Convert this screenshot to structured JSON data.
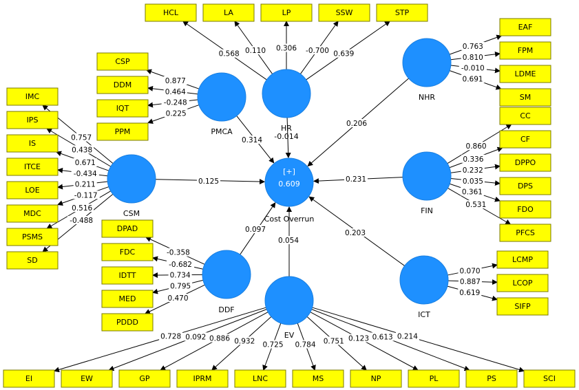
{
  "constructs": [
    {
      "id": "HR",
      "label": "HR",
      "sub": "-0.014"
    },
    {
      "id": "PMCA",
      "label": "PMCA",
      "sub": ""
    },
    {
      "id": "CSM",
      "label": "CSM",
      "sub": ""
    },
    {
      "id": "DDF",
      "label": "DDF",
      "sub": ""
    },
    {
      "id": "EV",
      "label": "EV",
      "sub": ""
    },
    {
      "id": "NHR",
      "label": "NHR",
      "sub": ""
    },
    {
      "id": "FIN",
      "label": "FIN",
      "sub": ""
    },
    {
      "id": "ICT",
      "label": "ICT",
      "sub": ""
    },
    {
      "id": "CO",
      "label": "Cost Overrun",
      "sub": "",
      "expand": "[+]",
      "r2": "0.609"
    }
  ],
  "indicators": [
    {
      "id": "HCL",
      "construct": "HR",
      "loading": "0.568"
    },
    {
      "id": "LA",
      "construct": "HR",
      "loading": "0.110"
    },
    {
      "id": "LP",
      "construct": "HR",
      "loading": "0.306"
    },
    {
      "id": "SSW",
      "construct": "HR",
      "loading": "-0.700"
    },
    {
      "id": "STP",
      "construct": "HR",
      "loading": "0.639"
    },
    {
      "id": "CSP",
      "construct": "PMCA",
      "loading": "0.877"
    },
    {
      "id": "DDM",
      "construct": "PMCA",
      "loading": "0.464"
    },
    {
      "id": "IQT",
      "construct": "PMCA",
      "loading": "-0.248"
    },
    {
      "id": "PPM",
      "construct": "PMCA",
      "loading": "0.225"
    },
    {
      "id": "IMC",
      "construct": "CSM",
      "loading": "0.757"
    },
    {
      "id": "IPS",
      "construct": "CSM",
      "loading": "0.438"
    },
    {
      "id": "IS",
      "construct": "CSM",
      "loading": "0.671"
    },
    {
      "id": "ITCE",
      "construct": "CSM",
      "loading": "-0.434"
    },
    {
      "id": "LOE",
      "construct": "CSM",
      "loading": "0.211"
    },
    {
      "id": "MDC",
      "construct": "CSM",
      "loading": "-0.117"
    },
    {
      "id": "PSMS",
      "construct": "CSM",
      "loading": "0.516"
    },
    {
      "id": "SD",
      "construct": "CSM",
      "loading": "-0.488"
    },
    {
      "id": "DPAD",
      "construct": "DDF",
      "loading": "-0.358"
    },
    {
      "id": "FDC",
      "construct": "DDF",
      "loading": "-0.682"
    },
    {
      "id": "IDTT",
      "construct": "DDF",
      "loading": "0.734"
    },
    {
      "id": "MED",
      "construct": "DDF",
      "loading": "0.795"
    },
    {
      "id": "PDDD",
      "construct": "DDF",
      "loading": "0.470"
    },
    {
      "id": "EI",
      "construct": "EV",
      "loading": "0.728"
    },
    {
      "id": "EW",
      "construct": "EV",
      "loading": "0.092"
    },
    {
      "id": "GP",
      "construct": "EV",
      "loading": "0.886"
    },
    {
      "id": "IPRM",
      "construct": "EV",
      "loading": "0.932"
    },
    {
      "id": "LNC",
      "construct": "EV",
      "loading": "0.725"
    },
    {
      "id": "MS",
      "construct": "EV",
      "loading": "0.784"
    },
    {
      "id": "NP",
      "construct": "EV",
      "loading": "0.751"
    },
    {
      "id": "PL",
      "construct": "EV",
      "loading": "0.123"
    },
    {
      "id": "PS",
      "construct": "EV",
      "loading": "0.613"
    },
    {
      "id": "SCI",
      "construct": "EV",
      "loading": "0.214"
    },
    {
      "id": "EAF",
      "construct": "NHR",
      "loading": "0.763"
    },
    {
      "id": "FPM",
      "construct": "NHR",
      "loading": "0.810"
    },
    {
      "id": "LDME",
      "construct": "NHR",
      "loading": "-0.010"
    },
    {
      "id": "SM",
      "construct": "NHR",
      "loading": "0.691"
    },
    {
      "id": "CC",
      "construct": "FIN",
      "loading": "0.860"
    },
    {
      "id": "CF",
      "construct": "FIN",
      "loading": "0.336"
    },
    {
      "id": "DPPO",
      "construct": "FIN",
      "loading": "0.232"
    },
    {
      "id": "DPS",
      "construct": "FIN",
      "loading": "0.035"
    },
    {
      "id": "FDO",
      "construct": "FIN",
      "loading": "0.361"
    },
    {
      "id": "PFCS",
      "construct": "FIN",
      "loading": "0.531"
    },
    {
      "id": "LCMP",
      "construct": "ICT",
      "loading": "0.070"
    },
    {
      "id": "LCOP",
      "construct": "ICT",
      "loading": "0.887"
    },
    {
      "id": "SIFP",
      "construct": "ICT",
      "loading": "0.619"
    }
  ],
  "paths": [
    {
      "from": "HR",
      "to": "CO",
      "coef": ""
    },
    {
      "from": "PMCA",
      "to": "CO",
      "coef": "0.314"
    },
    {
      "from": "CSM",
      "to": "CO",
      "coef": "0.125"
    },
    {
      "from": "DDF",
      "to": "CO",
      "coef": "0.097"
    },
    {
      "from": "EV",
      "to": "CO",
      "coef": "0.054"
    },
    {
      "from": "NHR",
      "to": "CO",
      "coef": "0.206"
    },
    {
      "from": "FIN",
      "to": "CO",
      "coef": "0.231"
    },
    {
      "from": "ICT",
      "to": "CO",
      "coef": "0.203"
    }
  ],
  "colors": {
    "indicator_fill": "#ffff00",
    "construct_fill": "#1e90ff",
    "line": "#000000"
  }
}
